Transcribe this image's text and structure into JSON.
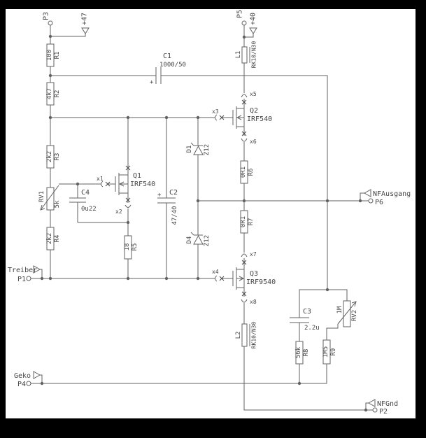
{
  "colors": {
    "background": "#000000",
    "paper": "#ffffff",
    "wire": "#626262",
    "text": "#454545"
  },
  "power": {
    "p3": "P3",
    "p47": "+47",
    "p5": "P5",
    "p40": "+40"
  },
  "terminals": {
    "treiber": {
      "label": "Treiber",
      "pin": "P1"
    },
    "geko": {
      "label": "Geko",
      "pin": "P4"
    },
    "nf_ausgang": {
      "label": "NFAusgang",
      "pin": "P6"
    },
    "nf_gnd": {
      "label": "NFGnd",
      "pin": "P2"
    }
  },
  "components": {
    "r1": {
      "ref": "R1",
      "value": "100"
    },
    "r2": {
      "ref": "R2",
      "value": "4k7"
    },
    "r3": {
      "ref": "R3",
      "value": "2k2"
    },
    "r4": {
      "ref": "R4",
      "value": "2k2"
    },
    "r5": {
      "ref": "R5",
      "value": "18"
    },
    "r6": {
      "ref": "R6",
      "value": "0R1"
    },
    "r7": {
      "ref": "R7",
      "value": "0R1"
    },
    "r8": {
      "ref": "R8",
      "value": "56k"
    },
    "r9": {
      "ref": "R9",
      "value": "1M5"
    },
    "rv1": {
      "ref": "RV1",
      "value": "5k"
    },
    "rv2": {
      "ref": "RV2",
      "value": "1M"
    },
    "c1": {
      "ref": "C1",
      "value": "1000/50",
      "plus": "+"
    },
    "c2": {
      "ref": "C2",
      "value": "47/40",
      "plus": "+"
    },
    "c3": {
      "ref": "C3",
      "value": "2.2u"
    },
    "c4": {
      "ref": "C4",
      "value": "0u22"
    },
    "l1": {
      "ref": "L1",
      "value": "RK10/N30"
    },
    "l2": {
      "ref": "L2",
      "value": "RK10/N30"
    },
    "q1": {
      "ref": "Q1",
      "value": "IRF540"
    },
    "q2": {
      "ref": "Q2",
      "value": "IRF540"
    },
    "q3": {
      "ref": "Q3",
      "value": "IRF9540"
    },
    "d1": {
      "ref": "D1",
      "value": "Z12"
    },
    "d4": {
      "ref": "D4",
      "value": "Z12"
    }
  },
  "connectors": {
    "x1": "x1",
    "x2": "x2",
    "x3": "x3",
    "x4": "x4",
    "x5": "x5",
    "x6": "x6",
    "x7": "x7",
    "x8": "x8"
  }
}
